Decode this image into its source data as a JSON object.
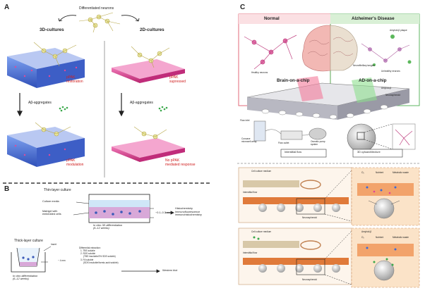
{
  "panel_a": {
    "label": "A",
    "top_title": "Differentiated neurons",
    "col_3d": "3D-cultures",
    "col_2d": "2D-cultures",
    "restoration": "pPAK\nrestoration",
    "supressed": "pPAK\nsupressed",
    "aggregates_left": "Aβ-aggregates",
    "aggregates_right": "Aβ-aggregates",
    "modulation": "pPAK\nmodulation",
    "no_response": "No pPAK\nmediated response"
  },
  "panel_b": {
    "label": "B",
    "thin_title": "Thin-layer culture",
    "culture_media": "Culture media",
    "matrigel": "Matrigel with\nembedded cells",
    "thickness": "~0.1–0.3 mm",
    "diff_3d": "In vitro 3D differentiation\n(6–12 weeks)",
    "histo": "Histochemistry\nImmunofluorescence\nimmunohistochemistry",
    "thick_title": "Thick-layer culture",
    "insert": "Insert",
    "diff": "In vitro differentiation\n(6–12 weeks)",
    "four_mm": "~ 4 mm",
    "extraction_title": "Differential extraction:",
    "extraction_items": [
      "1. TBS soluble",
      "2. SDS soluble",
      "(TBS insoluble/2% SDS soluble)",
      "3. FA soluble",
      "(SDS insoluble/formic-acid soluble)"
    ],
    "western": "Western blot"
  },
  "panel_c": {
    "label": "C",
    "normal": "Normal",
    "ad": "Alzheimer's Disease",
    "healthy": "Healthy neurons",
    "unhealthy": "Unhealthy neurons",
    "plaque": "Amyloid-β plaque",
    "tangles": "Neurofibrillary tangles",
    "brain_chip": "Brain-on-a-chip",
    "ad_chip": "AD-on-a-chip",
    "amyloid": "Amyloid-β",
    "neurospheroid": "Neurospheroid",
    "flow_inlet": "Flow inlet",
    "concave": "Concave\nmicrowell array",
    "flow_outlet": "Flow outlet",
    "osmotic": "Osmotic pump\nsystem",
    "interstitial_box": "Interstitial flow",
    "cyto_box": "3D cytoarchitecture",
    "cell_medium_1": "Cell culture medium",
    "interstitial_1": "Interstitial flow",
    "neurospheroid_1": "Neurospheroid",
    "o2_1": "O₂",
    "nutrient_1": "Nutrient",
    "waste_1": "Metabolic waste",
    "cell_medium_2": "Cell culture medium",
    "interstitial_2": "Interstitial flow",
    "neurospheroid_2": "Neurospheroid",
    "amyloid_2": "Amyloid-β",
    "o2_2": "O₂",
    "nutrient_2": "Nutrient",
    "waste_2": "Metabolic waste"
  },
  "colors": {
    "normal_border": "#e05a6a",
    "ad_border": "#4caf50",
    "chip_orange": "#f2a36b",
    "gel_blue": "#4a6fd8",
    "gel_pink": "#e04a9a",
    "neuron": "#e8e6a0"
  }
}
